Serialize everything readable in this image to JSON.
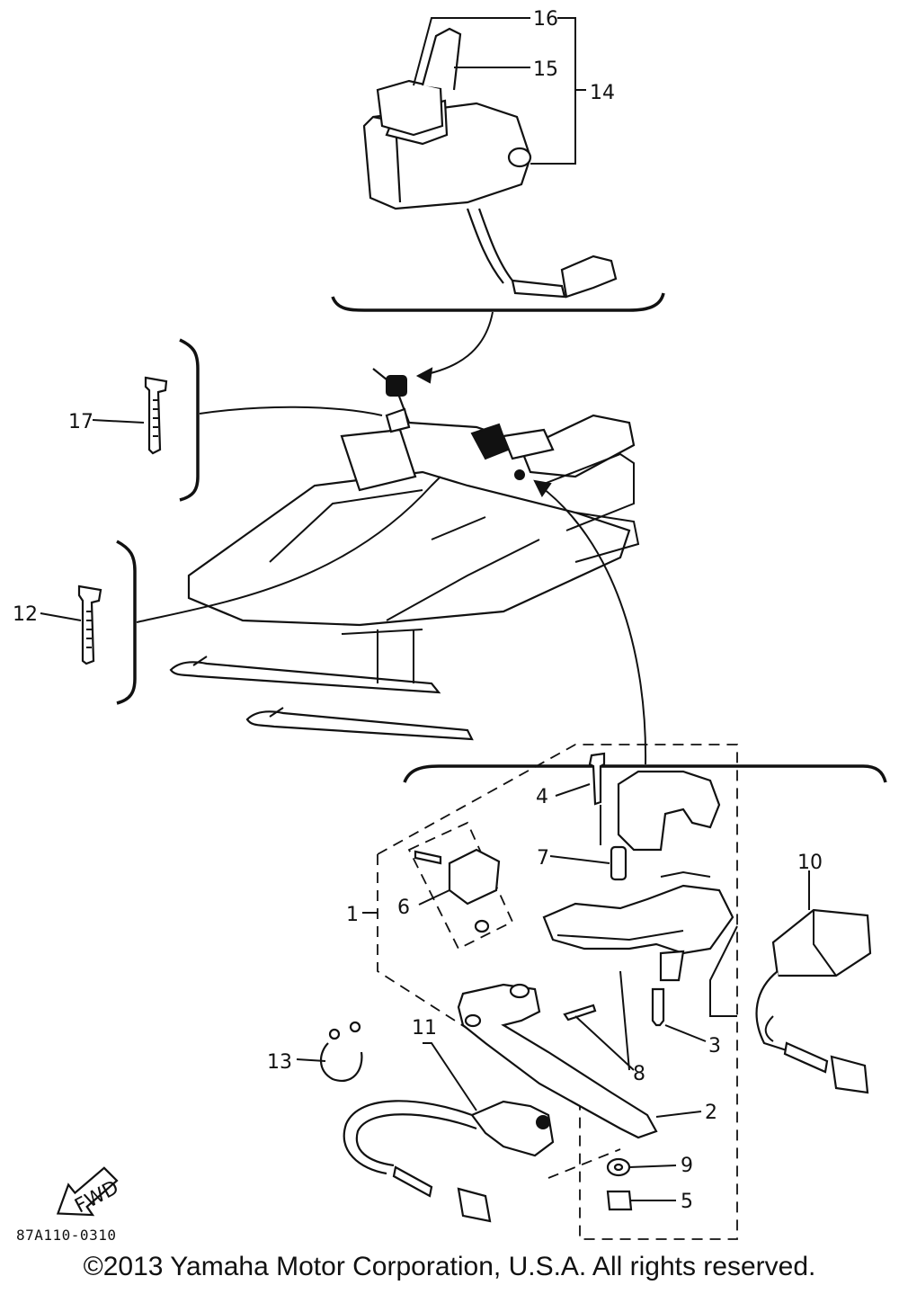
{
  "diagram": {
    "callouts": [
      {
        "id": "16",
        "label": "16"
      },
      {
        "id": "15",
        "label": "15"
      },
      {
        "id": "14",
        "label": "14"
      },
      {
        "id": "17",
        "label": "17"
      },
      {
        "id": "12",
        "label": "12"
      },
      {
        "id": "4",
        "label": "4"
      },
      {
        "id": "10",
        "label": "10"
      },
      {
        "id": "7",
        "label": "7"
      },
      {
        "id": "1",
        "label": "1"
      },
      {
        "id": "6",
        "label": "6"
      },
      {
        "id": "3",
        "label": "3"
      },
      {
        "id": "13",
        "label": "13"
      },
      {
        "id": "11",
        "label": "11"
      },
      {
        "id": "8",
        "label": "8"
      },
      {
        "id": "2",
        "label": "2"
      },
      {
        "id": "9",
        "label": "9"
      },
      {
        "id": "5",
        "label": "5"
      }
    ],
    "fwd_label": "FWD",
    "reference_code": "87A110-0310",
    "copyright": "©2013 Yamaha Motor Corporation, U.S.A. All rights reserved."
  }
}
